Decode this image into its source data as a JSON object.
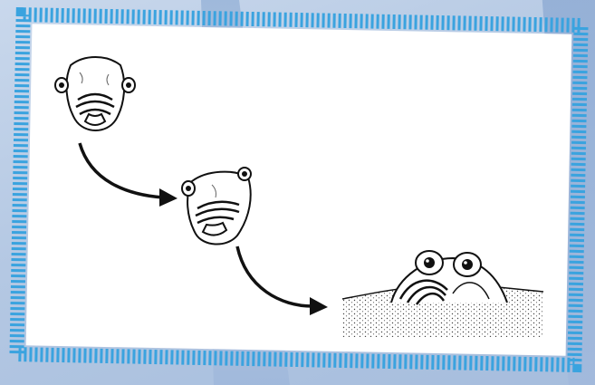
{
  "figure": {
    "frame_color": "#3aa3df",
    "panel_color": "#ffffff",
    "background_color": "#b8cbe6",
    "stages": [
      {
        "id": "stage-1",
        "icon": "fish-head-front-icon"
      },
      {
        "id": "stage-2",
        "icon": "fish-head-turned-icon"
      },
      {
        "id": "stage-3",
        "icon": "fish-head-buried-icon"
      }
    ],
    "arrows": [
      {
        "from": "stage-1",
        "to": "stage-2"
      },
      {
        "from": "stage-2",
        "to": "stage-3"
      }
    ]
  }
}
